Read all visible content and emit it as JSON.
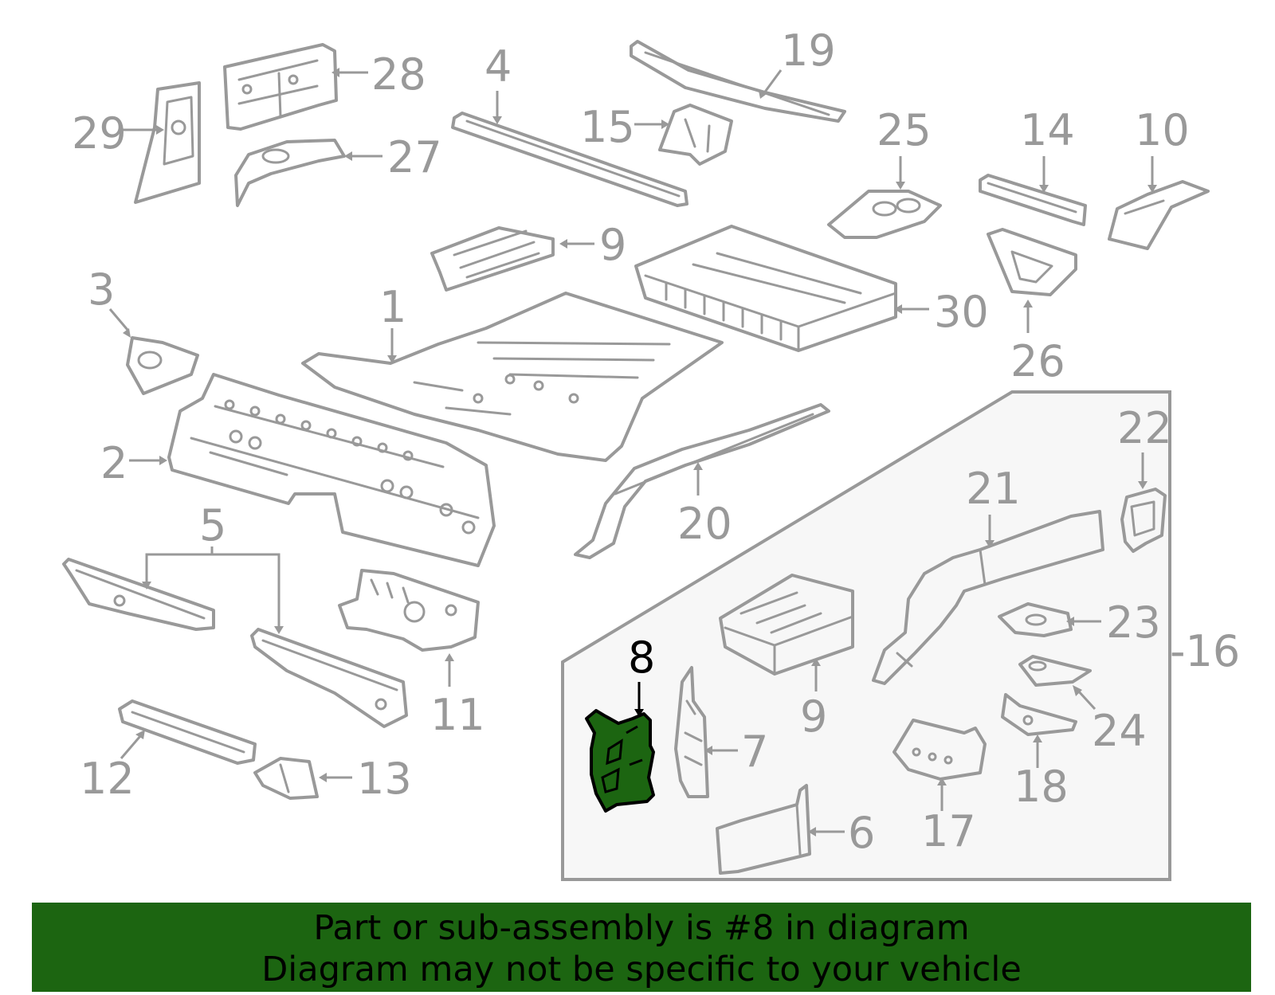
{
  "callouts": {
    "c1": "1",
    "c2": "2",
    "c3": "3",
    "c4": "4",
    "c5": "5",
    "c6": "6",
    "c7": "7",
    "c8": "8",
    "c9a": "9",
    "c9b": "9",
    "c10": "10",
    "c11": "11",
    "c12": "12",
    "c13": "13",
    "c14": "14",
    "c15": "15",
    "c16": "-16",
    "c17": "17",
    "c18": "18",
    "c19": "19",
    "c20": "20",
    "c21": "21",
    "c22": "22",
    "c23": "23",
    "c24": "24",
    "c25": "25",
    "c26": "26",
    "c27": "27",
    "c28": "28",
    "c29": "29",
    "c30": "30"
  },
  "banner": {
    "line1": "Part or sub-assembly is #8 in diagram",
    "line2": "Diagram may not be specific to your vehicle"
  },
  "colors": {
    "line": "#999999",
    "highlight": "#1c6511",
    "inset_panel": "#f7f7f7"
  }
}
